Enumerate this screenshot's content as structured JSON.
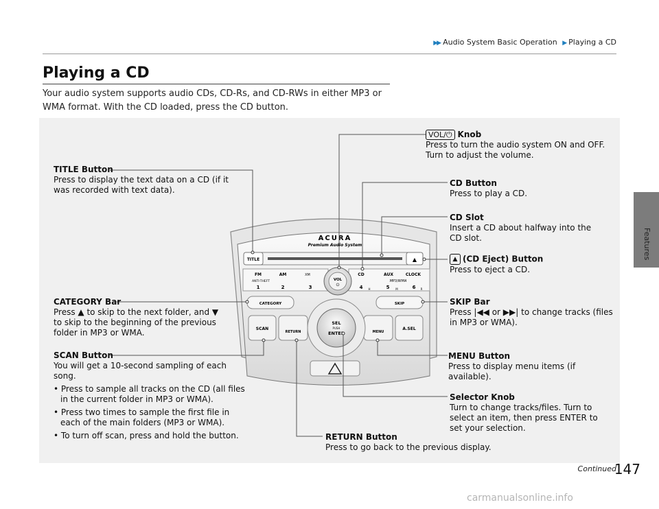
{
  "breadcrumb": {
    "parent": "Audio System Basic Operation",
    "current": "Playing a CD"
  },
  "section_tab": "Features",
  "title": "Playing a CD",
  "intro": "Your audio system supports audio CDs, CD-Rs, and CD-RWs in either MP3 or WMA format. With the CD loaded, press the CD button.",
  "callouts": {
    "vol_knob": {
      "icon_text": "VOL/⏻",
      "title": "Knob",
      "desc": "Press to turn the audio system ON and OFF. Turn to adjust the volume."
    },
    "title_button": {
      "title": "TITLE Button",
      "desc": "Press to display the text data on a CD (if it was recorded with text data)."
    },
    "cd_button": {
      "title": "CD Button",
      "desc": "Press to play a CD."
    },
    "cd_slot": {
      "title": "CD Slot",
      "desc": "Insert a CD about halfway into the CD slot."
    },
    "cd_eject": {
      "icon_text": "▲",
      "title": "(CD Eject) Button",
      "desc": "Press to eject a CD."
    },
    "category_bar": {
      "title": "CATEGORY Bar",
      "desc": "Press ▲ to skip to the next folder, and ▼ to skip to the beginning of the previous folder in MP3 or WMA."
    },
    "skip_bar": {
      "title": "SKIP Bar",
      "desc": "Press |◀◀ or ▶▶| to change tracks (files in MP3 or WMA)."
    },
    "scan_button": {
      "title": "SCAN Button",
      "desc": "You will get a 10-second sampling of each song.",
      "bullets": [
        "Press to sample all tracks on the CD (all files in the current folder in MP3 or WMA).",
        "Press two times to sample the first file in each of the main folders (MP3 or WMA).",
        "To turn off scan, press and hold the button."
      ]
    },
    "menu_button": {
      "title": "MENU Button",
      "desc": "Press to display menu items (if available)."
    },
    "selector_knob": {
      "title": "Selector Knob",
      "desc": "Turn to change tracks/files. Turn to select an item, then press ENTER to set your selection."
    },
    "return_button": {
      "title": "RETURN Button",
      "desc": "Press to go back to the previous display."
    }
  },
  "unit": {
    "brand": "ACURA",
    "subtitle": "Premium Audio System",
    "buttons": {
      "title": "TITLE",
      "fm": "FM",
      "am": "AM",
      "cd": "CD",
      "aux": "AUX",
      "clock": "CLOCK",
      "anti_theft": "ANTI-THEFT",
      "vol": "VOL",
      "category": "CATEGORY",
      "skip": "SKIP",
      "scan": "SCAN",
      "return": "RETURN",
      "sel": "SEL",
      "push": "PUSH",
      "enter": "ENTER",
      "menu": "MENU",
      "asel": "A.SEL",
      "mp3wma": "MP3/WMA",
      "xm": "XM",
      "h": "H",
      "m": "M",
      "r": "R"
    },
    "presets": [
      "1",
      "2",
      "3",
      "4",
      "5",
      "6"
    ]
  },
  "footer": {
    "continued": "Continued",
    "page": "147"
  },
  "watermark": "carmanualsonline.info",
  "colors": {
    "accent": "#1f7fbf",
    "tab": "#7c7c7c",
    "panel": "#f0f0f0"
  }
}
